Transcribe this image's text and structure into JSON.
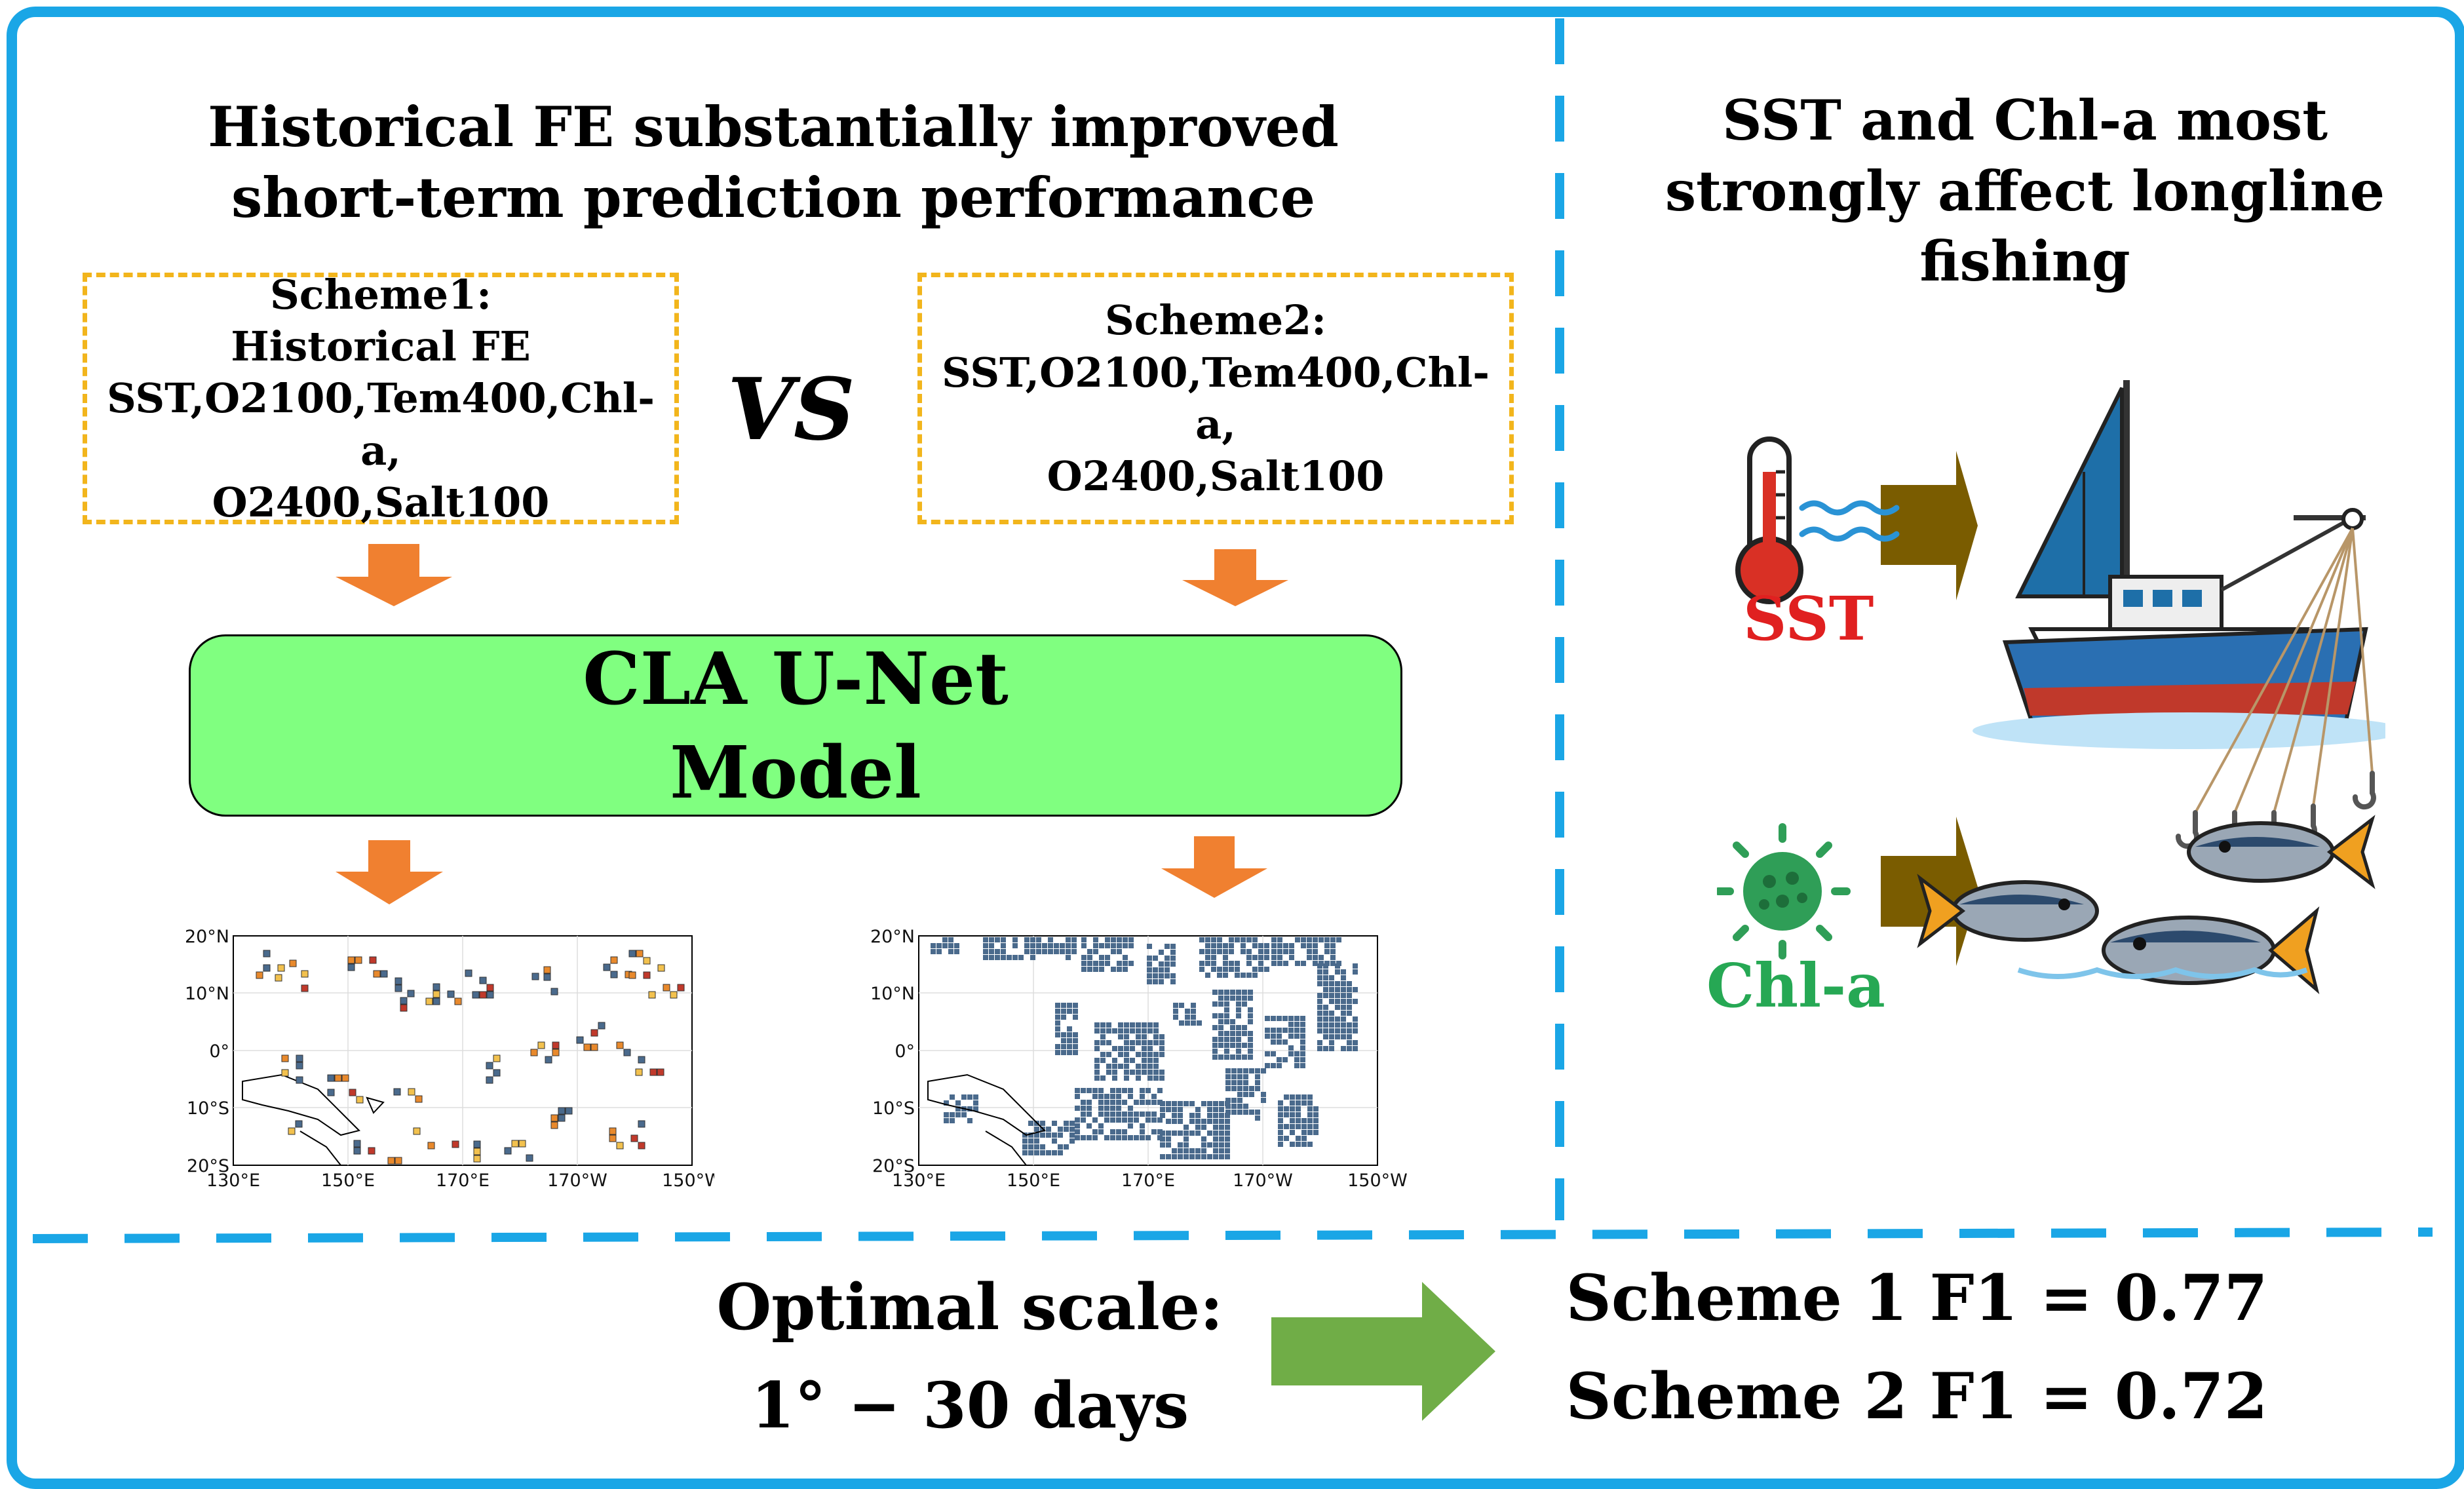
{
  "left_title": [
    "Historical FE  substantially improved",
    "short-term prediction performance"
  ],
  "right_title": [
    "SST and Chl-a most",
    "strongly affect longline",
    "fishing"
  ],
  "scheme1": {
    "lines": [
      "Scheme1:",
      "Historical FE",
      "SST,O2100,Tem400,Chl-a,",
      "O2400,Salt100"
    ]
  },
  "vs": "VS",
  "scheme2": {
    "lines": [
      "Scheme2:",
      "SST,O2100,Tem400,Chl-a,",
      "O2400,Salt100"
    ]
  },
  "model": {
    "lines": [
      "CLA U-Net",
      "Model"
    ]
  },
  "map_axes": {
    "y_ticks": [
      "20°N",
      "10°N",
      "0°",
      "10°S",
      "20°S"
    ],
    "x_ticks": [
      "130°E",
      "150°E",
      "170°E",
      "170°W",
      "150°W"
    ]
  },
  "labels": {
    "sst": "SST",
    "chl": "Chl-a"
  },
  "optimal": [
    "Optimal scale:",
    "1° − 30 days"
  ],
  "results": [
    "Scheme 1 F1 = 0.77",
    "Scheme 2 F1 = 0.72"
  ],
  "colors": {
    "frame": "#1aa6e6",
    "scheme_border": "#f2b51c",
    "model_fill": "#80ff80",
    "orange_arrow": "#f08030",
    "brown_arrow": "#7a5c00",
    "green_arrow": "#70ad47",
    "map_cell_blue": "#4a6a8c",
    "sst_label": "#e02020",
    "chl_label": "#26a854"
  },
  "icons": [
    "thermometer-icon",
    "water-waves-icon",
    "phytoplankton-icon",
    "fishing-boat-icon",
    "fish-hook-icon",
    "tuna-fish-icon"
  ]
}
